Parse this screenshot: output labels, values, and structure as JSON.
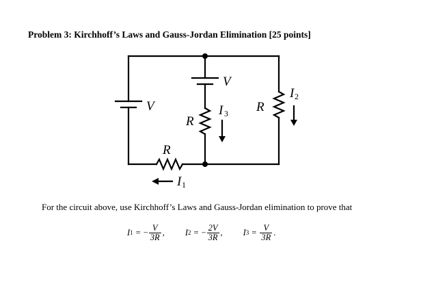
{
  "problem": {
    "heading": "Problem 3: Kirchhoff’s Laws and Gauss-Jordan Elimination",
    "points": "[25 points]"
  },
  "circuit": {
    "labels": {
      "v_left": "V",
      "v_middle": "V",
      "r_middle": "R",
      "r_right": "R",
      "r_bottom": "R",
      "i1": "I",
      "i1_sub": "1",
      "i2": "I",
      "i2_sub": "2",
      "i3": "I",
      "i3_sub": "3"
    }
  },
  "statement": "For the circuit above, use Kirchhoff’s Laws and Gauss-Jordan elimination to prove that",
  "equations": [
    {
      "var": "I",
      "sub": "1",
      "eq": "=",
      "sign": "−",
      "num": "V",
      "den": "3R",
      "trail": ","
    },
    {
      "var": "I",
      "sub": "2",
      "eq": "=",
      "sign": "−",
      "num": "2V",
      "den": "3R",
      "trail": ","
    },
    {
      "var": "I",
      "sub": "3",
      "eq": "=",
      "sign": "",
      "num": "V",
      "den": "3R",
      "trail": "."
    }
  ]
}
